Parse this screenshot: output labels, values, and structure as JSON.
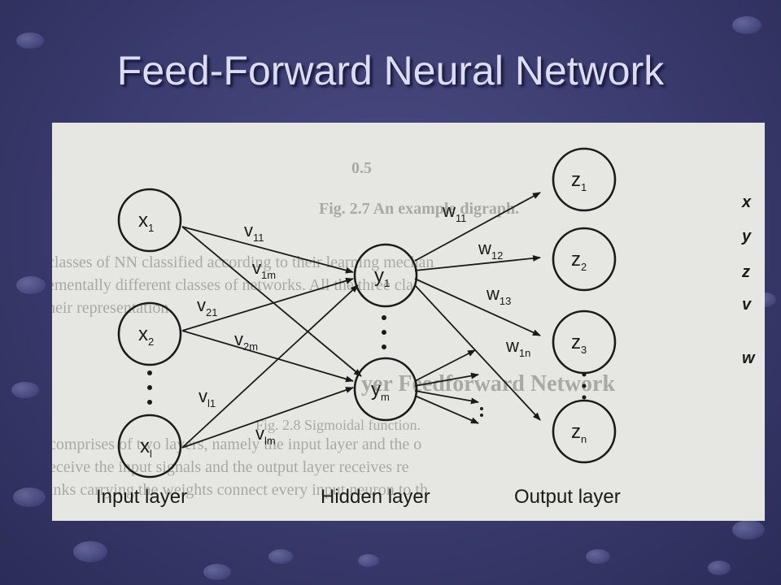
{
  "slide": {
    "title": "Feed-Forward Neural Network"
  },
  "diagram": {
    "input_layer": {
      "label": "Input layer",
      "nodes": [
        {
          "base": "x",
          "sub": "1"
        },
        {
          "base": "x",
          "sub": "2"
        },
        {
          "base": "x",
          "sub": "l"
        }
      ]
    },
    "hidden_layer": {
      "label": "Hidden layer",
      "nodes": [
        {
          "base": "y",
          "sub": "1"
        },
        {
          "base": "y",
          "sub": "m"
        }
      ]
    },
    "output_layer": {
      "label": "Output layer",
      "nodes": [
        {
          "base": "z",
          "sub": "1"
        },
        {
          "base": "z",
          "sub": "2"
        },
        {
          "base": "z",
          "sub": "3"
        },
        {
          "base": "z",
          "sub": "n"
        }
      ]
    },
    "input_weights": [
      {
        "base": "v",
        "sub": "11"
      },
      {
        "base": "v",
        "sub": "1m"
      },
      {
        "base": "v",
        "sub": "21"
      },
      {
        "base": "v",
        "sub": "2m"
      },
      {
        "base": "v",
        "sub": "l1"
      },
      {
        "base": "v",
        "sub": "lm"
      }
    ],
    "output_weights": [
      {
        "base": "w",
        "sub": "11"
      },
      {
        "base": "w",
        "sub": "12"
      },
      {
        "base": "w",
        "sub": "13"
      },
      {
        "base": "w",
        "sub": "1n"
      }
    ],
    "bleed_through_text": [
      "0.5",
      "Fig. 2.7  An example digraph.",
      "classes of NN classified according to their learning mechan",
      "ementally different classes of networks. All the three cla",
      "heir representation.",
      "yer Feedforward Network",
      "Fig. 2.8  Sigmoidal function.",
      "comprises of two layers, namely the input layer and the o",
      "eceive the input signals and the output layer receives re",
      "inks carrying the weights connect every input neuron to th"
    ],
    "margin_letters": [
      "x",
      "y",
      "z",
      "v",
      "w"
    ]
  }
}
